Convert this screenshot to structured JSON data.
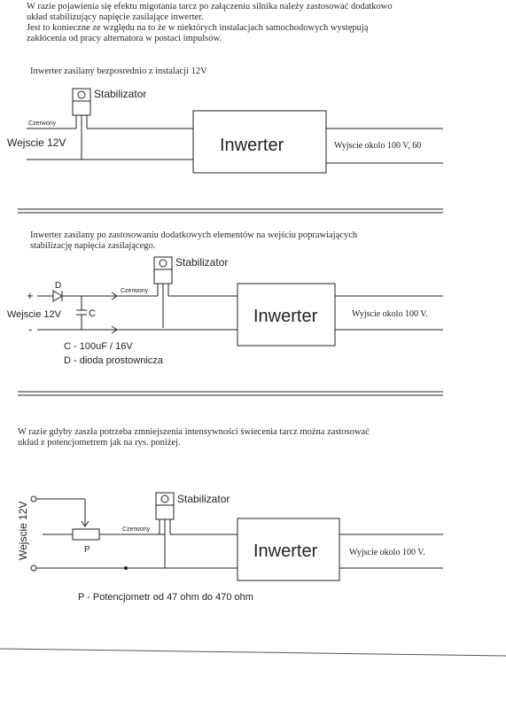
{
  "intro": {
    "line1": "W razie pojawienia się efektu migotania tarcz po załączeniu silnika należy zastosować dodatkowo",
    "line2": "układ stabilizujący napięcie zasilające inwerter.",
    "line3": "Jest to konieczne ze względu na to że w niektórych instalacjach samochodowych występują",
    "line4": "zakłócenia od pracy alternatora w postaci impulsów."
  },
  "diagram1": {
    "caption": "Inwerter zasilany bezposrednio z instalacji 12V",
    "stabilizer": "Stabilizator",
    "wire_label": "Czerwony",
    "input_label": "Wejscie 12V",
    "inverter": "Inwerter",
    "output_label": "Wyjscie okolo 100 V, 60"
  },
  "diagram2": {
    "caption_line1": "Inwerter zasilany po zastosowaniu dodatkowych elementów na wejściu poprawiających",
    "caption_line2": "stabilizację napięcia zasilającego.",
    "stabilizer": "Stabilizator",
    "wire_label": "Czerwony",
    "plus": "+",
    "minus": "-",
    "diode_label": "D",
    "cap_label": "C",
    "input_label": "Wejscie 12V",
    "inverter": "Inwerter",
    "output_label": "Wyjscie okolo 100 V.",
    "legend_c": "C - 100uF / 16V",
    "legend_d": "D - dioda prostownicza"
  },
  "diagram3": {
    "caption_line1": "W razie gdyby zaszła potrzeba zmniejszenia intensywności świecenia tarcz można zastosować",
    "caption_line2": "układ z potencjometrem jak na rys. poniżej.",
    "stabilizer": "Stabilizator",
    "wire_label": "Czerwony",
    "input_label": "Wejscie 12V",
    "pot_label": "P",
    "inverter": "Inwerter",
    "output_label": "Wyjscie okolo 100 V.",
    "legend_p": "P - Potencjometr od 47 ohm do 470 ohm"
  },
  "colors": {
    "ink": "#222222",
    "paper": "#ffffff"
  }
}
